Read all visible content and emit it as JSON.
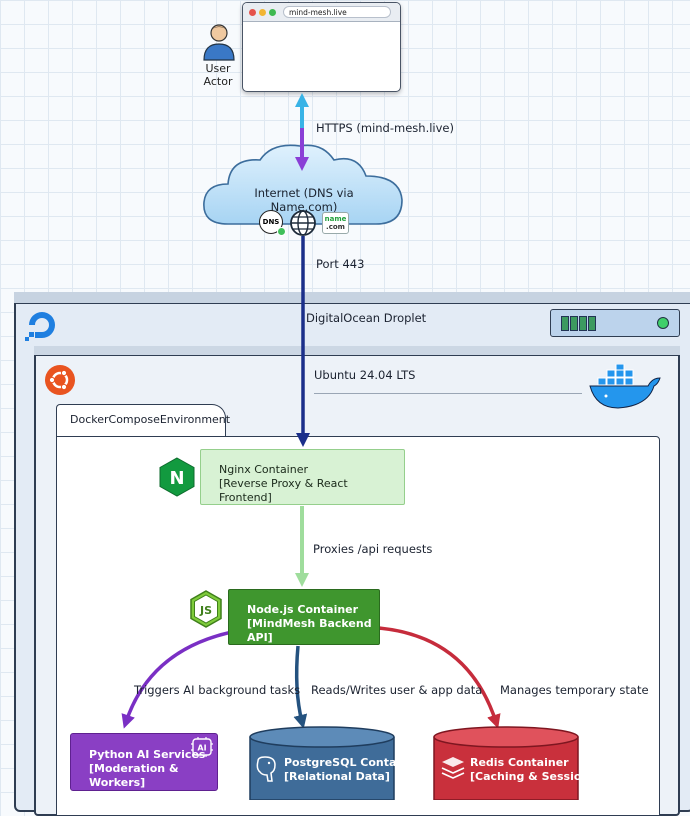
{
  "browser": {
    "url": "mind-mesh.live"
  },
  "actor": {
    "label_line1": "User",
    "label_line2": "Actor"
  },
  "edges": {
    "https": "HTTPS (mind-mesh.live)",
    "port": "Port 443",
    "proxies": "Proxies /api requests",
    "triggers": "Triggers AI background tasks",
    "reads_writes": "Reads/Writes user & app data",
    "manages": "Manages temporary state"
  },
  "cloud": {
    "label": "Internet (DNS via Name.com)",
    "dns_badge": "DNS",
    "name_badge_line1": "name",
    "name_badge_line2": ".com"
  },
  "droplet": {
    "label": "DigitalOcean Droplet"
  },
  "ubuntu": {
    "label": "Ubuntu 24.04 LTS"
  },
  "docker": {
    "label": "DockerComposeEnvironment"
  },
  "nginx": {
    "line1": "Nginx Container",
    "line2": "[Reverse Proxy & React Frontend]",
    "icon_text": "N"
  },
  "node": {
    "line1": "Node.js Container",
    "line2": "[MindMesh Backend API]",
    "icon_text": "JS"
  },
  "python": {
    "line1": "Python AI Services",
    "line2": "[Moderation & Workers]",
    "icon_text": "AI"
  },
  "postgres": {
    "line1": "PostgreSQL Container",
    "line2": "[Relational Data]"
  },
  "redis": {
    "line1": "Redis Container",
    "line2": "[Caching & Sessions]"
  },
  "colors": {
    "https_arrow": "#8a3fd6",
    "https_arrow_up": "#39b3e6",
    "main_arrow": "#1b2f8a",
    "proxy_arrow": "#9fdd9c",
    "python_arrow": "#7a2fc4",
    "postgres_arrow": "#24527f",
    "redis_arrow": "#c62c3c",
    "node_green": "#3f962e",
    "nginx_bg": "#d8f2d4"
  }
}
